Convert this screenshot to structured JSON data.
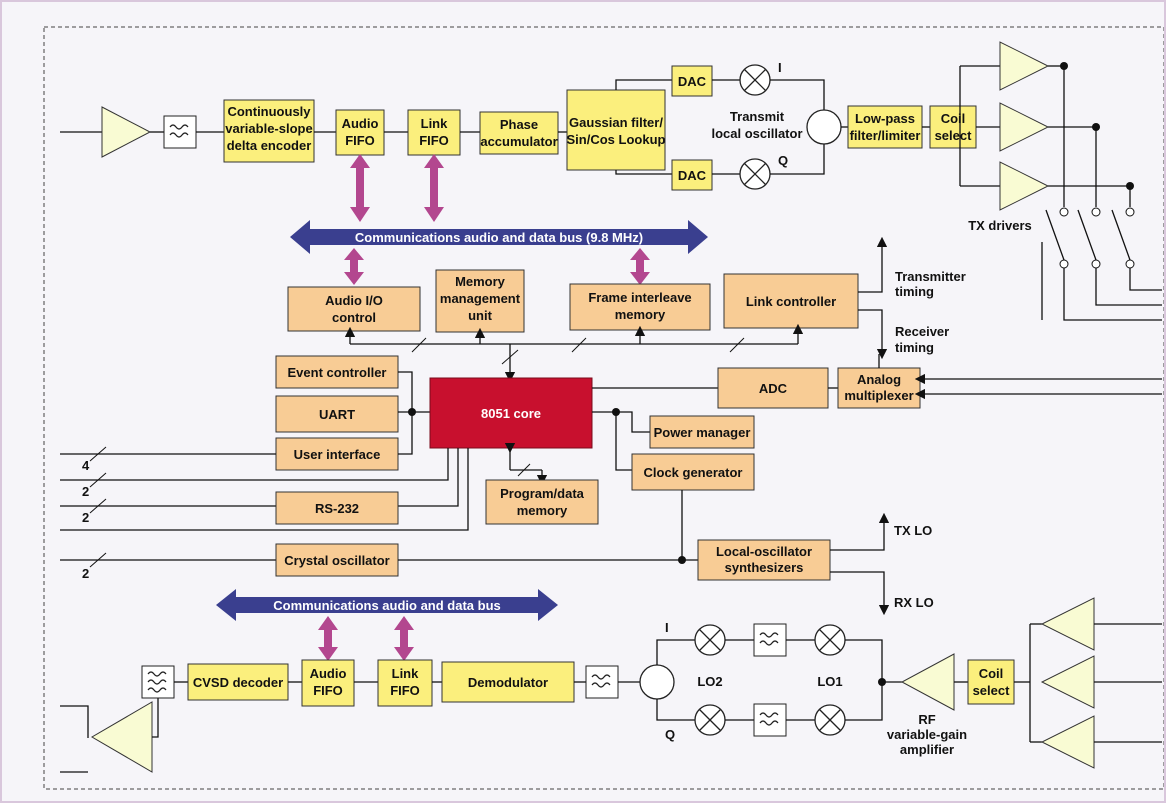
{
  "blocks": {
    "cvsd_encoder": [
      "Continuously",
      "variable-slope",
      "delta encoder"
    ],
    "audio_fifo_tx": [
      "Audio",
      "FIFO"
    ],
    "link_fifo_tx": [
      "Link",
      "FIFO"
    ],
    "phase_acc": [
      "Phase",
      "accumulator"
    ],
    "gaussian": [
      "Gaussian filter/",
      "Sin/Cos Lookup"
    ],
    "dac": "DAC",
    "tx_lo": [
      "Transmit",
      "local oscillator"
    ],
    "lowpass": [
      "Low-pass",
      "filter/limiter"
    ],
    "coil_select": [
      "Coil",
      "select"
    ],
    "tx_drivers": "TX drivers",
    "bus_main": "Communications audio and data bus (9.8 MHz)",
    "audio_io": [
      "Audio I/O",
      "control"
    ],
    "mmu": [
      "Memory",
      "management",
      "unit"
    ],
    "frame_mem": [
      "Frame interleave",
      "memory"
    ],
    "link_ctrl": "Link controller",
    "tx_timing": [
      "Transmitter",
      "timing"
    ],
    "rx_timing": [
      "Receiver",
      "timing"
    ],
    "event_ctrl": "Event controller",
    "uart": "UART",
    "user_if": "User interface",
    "core": "8051 core",
    "adc": "ADC",
    "analog_mux": [
      "Analog",
      "multiplexer"
    ],
    "power_mgr": "Power manager",
    "clock_gen": "Clock generator",
    "prog_mem": [
      "Program/data",
      "memory"
    ],
    "rs232": "RS-232",
    "crystal": "Crystal oscillator",
    "lo_synth": [
      "Local-oscillator",
      "synthesizers"
    ],
    "tx_lo_label": "TX LO",
    "rx_lo_label": "RX LO",
    "bus_rx": "Communications audio and data bus",
    "cvsd_decoder": "CVSD decoder",
    "audio_fifo_rx": [
      "Audio",
      "FIFO"
    ],
    "link_fifo_rx": [
      "Link",
      "FIFO"
    ],
    "demod": "Demodulator",
    "i_label": "I",
    "q_label": "Q",
    "lo2": "LO2",
    "lo1": "LO1",
    "rf_amp": [
      "RF",
      "variable-gain",
      "amplifier"
    ],
    "bus_widths": [
      "4",
      "2",
      "2",
      "2"
    ]
  },
  "colors": {
    "yellow": "#fbef7d",
    "orange": "#f8cc95",
    "core": "#c8102e",
    "bus": "#3a3f8f",
    "link": "#b3478f"
  }
}
